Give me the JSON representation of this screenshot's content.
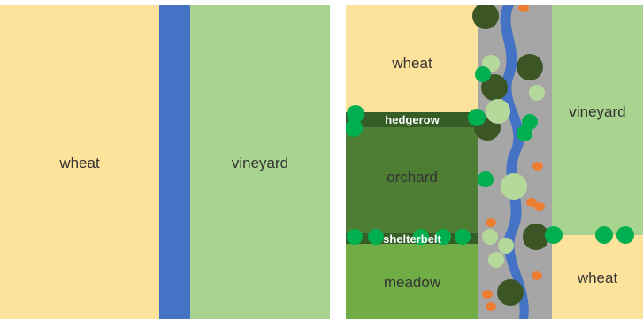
{
  "colors": {
    "wheat": "#fde29b",
    "vineyard": "#a8d48f",
    "river": "#4472c4",
    "orchard": "#4e7e34",
    "hedge_band": "#355d26",
    "meadow": "#70ad47",
    "riparian_strip": "#a6a6a6",
    "tree_dark": "#3b5524",
    "tree_light": "#b4d99b",
    "shrub_green": "#00b050",
    "flower_orange": "#ed7d31"
  },
  "left_panel": {
    "wheat_label": "wheat",
    "vineyard_label": "vineyard"
  },
  "right_panel": {
    "wheat_top_label": "wheat",
    "hedgerow_label": "hedgerow",
    "orchard_label": "orchard",
    "shelterbelt_label": "shelterbelt",
    "meadow_label": "meadow",
    "vineyard_label": "vineyard",
    "wheat_bottom_label": "wheat"
  }
}
